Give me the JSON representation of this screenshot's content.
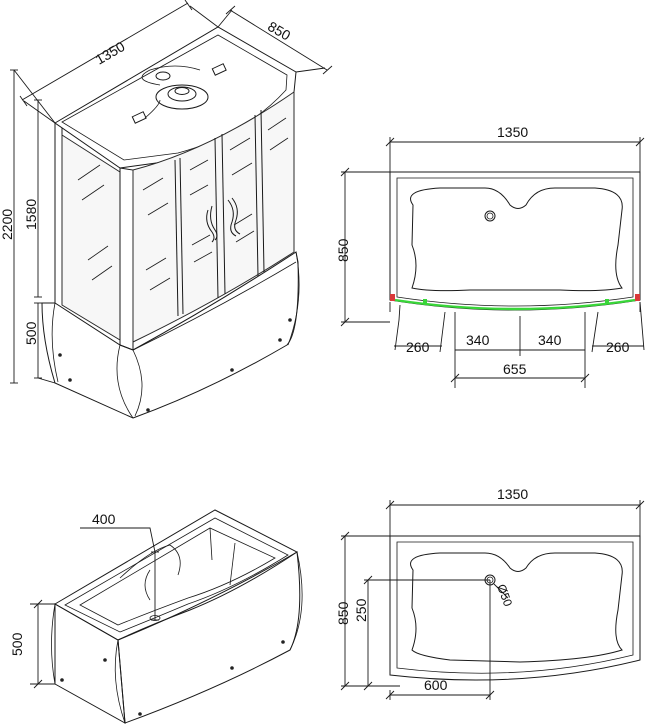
{
  "drawing": {
    "views": {
      "cabin_iso": {
        "label_width": "1350",
        "label_depth": "850",
        "label_total_height": "2200",
        "label_cabin_height": "1580",
        "label_base_height": "500"
      },
      "top_plan_cabin": {
        "label_width": "1350",
        "label_depth": "850",
        "label_left_side": "260",
        "label_left_door": "340",
        "label_right_door": "340",
        "label_right_side": "260",
        "label_entry": "655"
      },
      "tub_iso": {
        "label_depth": "400",
        "label_height": "500"
      },
      "top_plan_tub": {
        "label_width": "1350",
        "label_depth": "850",
        "label_drain_offset_y": "250",
        "label_drain_offset_x": "600",
        "label_drain_diameter": "Ø50"
      }
    },
    "colors": {
      "line": "#1a1a1a",
      "door_seal": "#39d639",
      "side_seal": "#d93a3a"
    }
  }
}
